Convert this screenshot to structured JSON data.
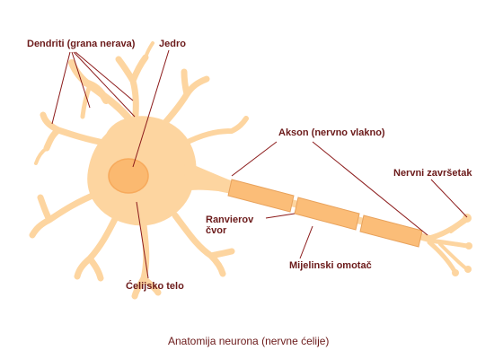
{
  "labels": {
    "dendrites": "Dendriti (grana nerava)",
    "nucleus": "Jedro",
    "axon": "Akson (nervno vlakno)",
    "nerve_ending": "Nervni završetak",
    "node_line1": "Ranvierov",
    "node_line2": "čvor",
    "myelin": "Mijelinski omotač",
    "cell_body": "Ćelijsko telo"
  },
  "caption": "Anatomija neurona (nervne ćelije)",
  "colors": {
    "cell_fill": "#fdd5a0",
    "cell_edge": "#f7c17f",
    "nucleus_fill": "#fbb970",
    "myelin_fill": "#fbbd78",
    "myelin_edge": "#e8a25c",
    "label_text": "#6b1a1a",
    "leader_line": "#8b1a1a"
  }
}
